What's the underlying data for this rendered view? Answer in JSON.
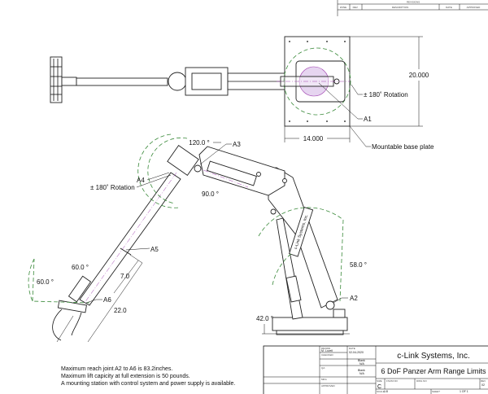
{
  "revision_table": {
    "title": "REVISIONS",
    "columns": [
      "ZONE",
      "REV.",
      "DESCRIPTION",
      "DATE",
      "APPROVED"
    ]
  },
  "top_view": {
    "height_dim": "20.000",
    "width_dim": "14.000",
    "rotation_label": "± 180˚ Rotation",
    "joint_label": "A1",
    "base_plate_label": "Mountable base plate"
  },
  "side_view": {
    "a3_angle": "120.0 °",
    "a3_label": "A3",
    "a4_label": "A4",
    "a4_rotation": "± 180˚ Rotation",
    "a4_angle": "90.0 °",
    "a5_label": "A5",
    "a6_angle_upper": "60.0 °",
    "a6_angle_lower": "60.0 °",
    "dim_7": "7.0",
    "a6_label": "A6",
    "dim_22": "22.0",
    "a2_angle_upper": "58.0 °",
    "a2_label": "A2",
    "a2_angle_lower": "42.0 °",
    "plate_text": "c-Link Systems, Inc."
  },
  "notes": [
    "Maximum reach joint A2 to A6 is 83.2inches.",
    "Maximum lift capicity at full extension is 50 pounds.",
    "A mounting station with control system and power supply is available."
  ],
  "title_block": {
    "drawn_label": "DRAWN",
    "drawn_by": "M. Lovell",
    "date_label": "DATE",
    "date": "02-04-2020",
    "checked_label": "CHECKED",
    "checked_value": "Blank",
    "checked_na": "N/A",
    "qa_label": "QA",
    "qa_value": "Blank",
    "qa_na": "N/A",
    "mfg_label": "MFG",
    "approved_label": "APPROVED",
    "company": "c-Link Systems, Inc.",
    "company_color": "#c0262c",
    "drawing_title": "6 DoF Panzer Arm Range Limits",
    "size_label": "SIZE",
    "size": "C",
    "fscm_label": "FSCM NO",
    "dwg_label": "DWG NO",
    "rev_label": "REV",
    "rev": "02",
    "scale_label": "SCALE",
    "scale": "1:8",
    "sheet_label": "SHEET",
    "sheet": "1 OF 1"
  }
}
